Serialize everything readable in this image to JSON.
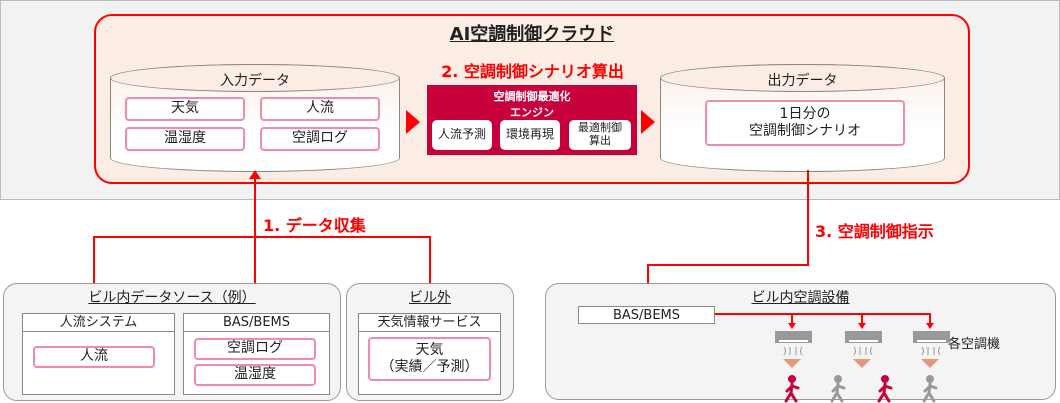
{
  "cloud": {
    "title": "AI空調制御クラウド"
  },
  "input": {
    "label": "入力データ",
    "items": [
      "天気",
      "人流",
      "温湿度",
      "空調ログ"
    ]
  },
  "step2": "2. 空調制御シナリオ算出",
  "engine": {
    "title1": "空調制御最適化",
    "title2": "エンジン",
    "steps": [
      "人流予測",
      "環境再現",
      "最適制御\n算出"
    ]
  },
  "output": {
    "label": "出力データ",
    "item1": "1日分の",
    "item2": "空調制御シナリオ"
  },
  "step1": "1. データ収集",
  "step3": "3. 空調制御指示",
  "building_sources": {
    "label": "ビル内データソース（例）",
    "people_system": {
      "label": "人流システム",
      "items": [
        "人流"
      ]
    },
    "bas": {
      "label": "BAS/BEMS",
      "items": [
        "空調ログ",
        "温湿度"
      ]
    }
  },
  "outside": {
    "label": "ビル外",
    "service": "天気情報サービス",
    "item1": "天気",
    "item2": "（実績／予測）"
  },
  "hvac": {
    "label": "ビル内空調設備",
    "bas": "BAS/BEMS",
    "units_label": "各空調機"
  },
  "colors": {
    "accent": "#ff0000",
    "engine": "#c8003c",
    "active_person": "#c8003c",
    "idle_person": "#999999"
  }
}
